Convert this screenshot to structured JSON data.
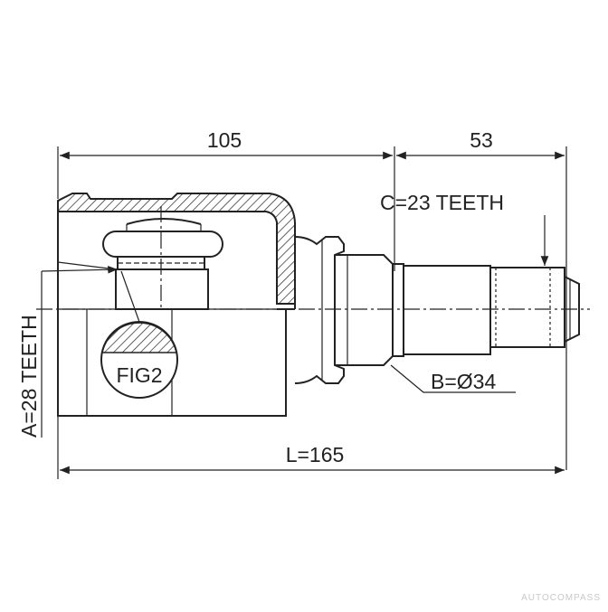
{
  "dimensions": {
    "dim_105": "105",
    "dim_53": "53",
    "dim_total": "L=165"
  },
  "callouts": {
    "spline_outer": "C=23 TEETH",
    "seal_diameter": "B=Ø34",
    "spline_inner": "A=28 TEETH",
    "detail_ref": "FIG2"
  },
  "watermark": "AUTOCOMPASS",
  "colors": {
    "line": "#222222",
    "background": "#ffffff",
    "watermark": "#c9c9c9"
  }
}
